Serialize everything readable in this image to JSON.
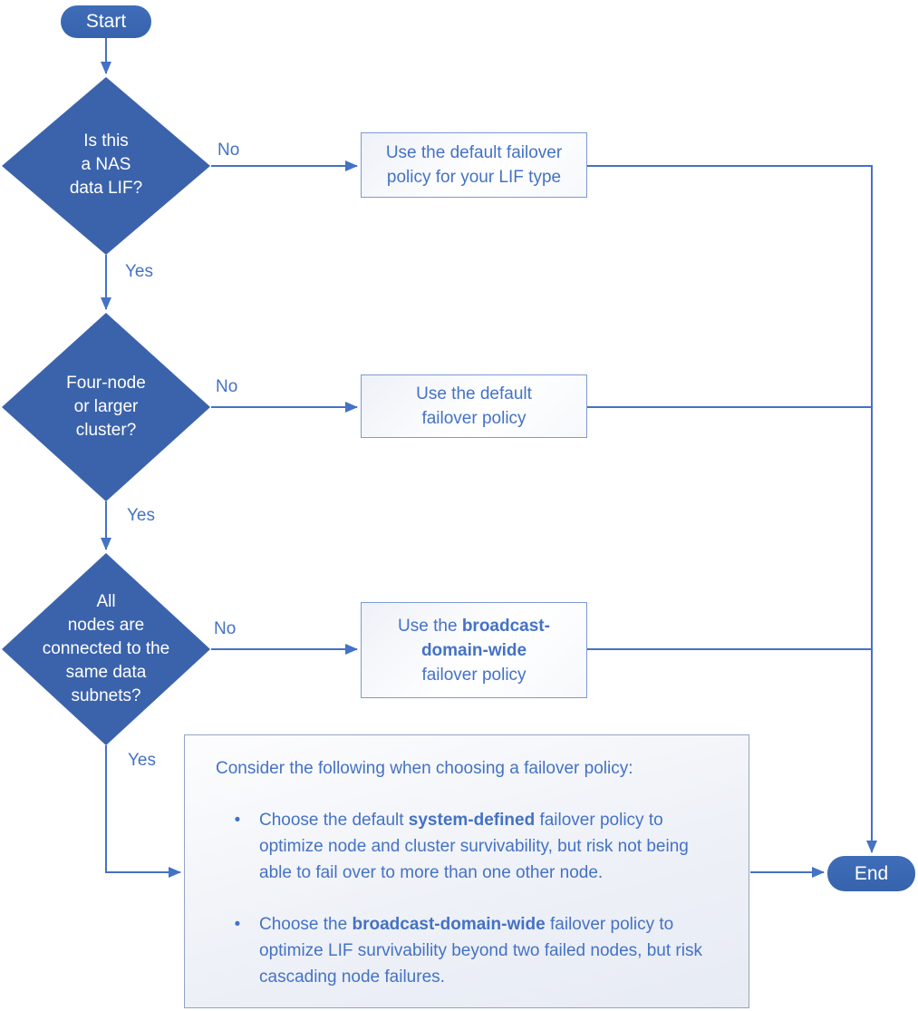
{
  "palette": {
    "diamond_fill": "#3b63ab",
    "pill_fill": "#3a67b3",
    "connector": "#4472c4",
    "box_border": "#7d9ad1",
    "note_border": "#93a3c6",
    "text_blue": "#4472c4",
    "text_white": "#ffffff"
  },
  "start": {
    "label": "Start"
  },
  "end": {
    "label": "End"
  },
  "decisions": [
    {
      "question": "Is this\na NAS\ndata LIF?",
      "no_label": "No",
      "yes_label": "Yes"
    },
    {
      "question": "Four-node\nor larger\ncluster?",
      "no_label": "No",
      "yes_label": "Yes"
    },
    {
      "question": "All\nnodes are\nconnected to the\nsame data\nsubnets?",
      "no_label": "No",
      "yes_label": "Yes"
    }
  ],
  "outcomes": [
    {
      "text": "Use the default failover\npolicy for your LIF type"
    },
    {
      "text": "Use the default\nfailover policy"
    },
    {
      "pre": "Use the ",
      "bold": "broadcast-\ndomain-wide",
      "post": "\nfailover policy"
    }
  ],
  "note": {
    "title": "Consider the following when choosing a failover policy:",
    "bullet_glyph": "•",
    "bullets": [
      {
        "pre": "Choose the default ",
        "bold": "system-defined",
        "post": " failover policy to optimize node and cluster survivability, but risk not being able to fail over to more than one other node."
      },
      {
        "pre": "Choose the ",
        "bold": "broadcast-domain-wide",
        "post": " failover policy to optimize LIF survivability beyond two failed nodes, but risk cascading node failures."
      }
    ]
  }
}
